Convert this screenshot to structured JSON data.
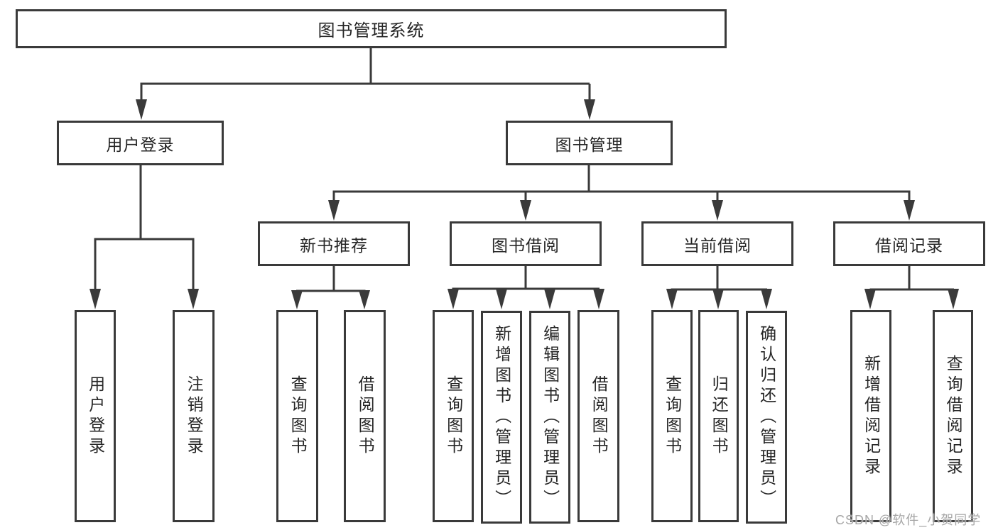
{
  "tree": {
    "root": {
      "label": "图书管理系统"
    },
    "children": [
      {
        "label": "用户登录",
        "children": [
          {
            "label": "用户登录"
          },
          {
            "label": "注销登录"
          }
        ]
      },
      {
        "label": "图书管理",
        "children": [
          {
            "label": "新书推荐",
            "children": [
              {
                "label": "查询图书"
              },
              {
                "label": "借阅图书"
              }
            ]
          },
          {
            "label": "图书借阅",
            "children": [
              {
                "label": "查询图书"
              },
              {
                "label": "新增图书（管理员）"
              },
              {
                "label": "编辑图书（管理员）"
              },
              {
                "label": "借阅图书"
              }
            ]
          },
          {
            "label": "当前借阅",
            "children": [
              {
                "label": "查询图书"
              },
              {
                "label": "归还图书"
              },
              {
                "label": "确认归还（管理员）"
              }
            ]
          },
          {
            "label": "借阅记录",
            "children": [
              {
                "label": "新增借阅记录"
              },
              {
                "label": "查询借阅记录"
              }
            ]
          }
        ]
      }
    ]
  },
  "watermark": {
    "text": "CSDN @软件_小贺同学"
  },
  "colors": {
    "line": "#3a3a3a",
    "text": "#262626",
    "watermark": "#a6a6a6",
    "background": "#ffffff"
  }
}
